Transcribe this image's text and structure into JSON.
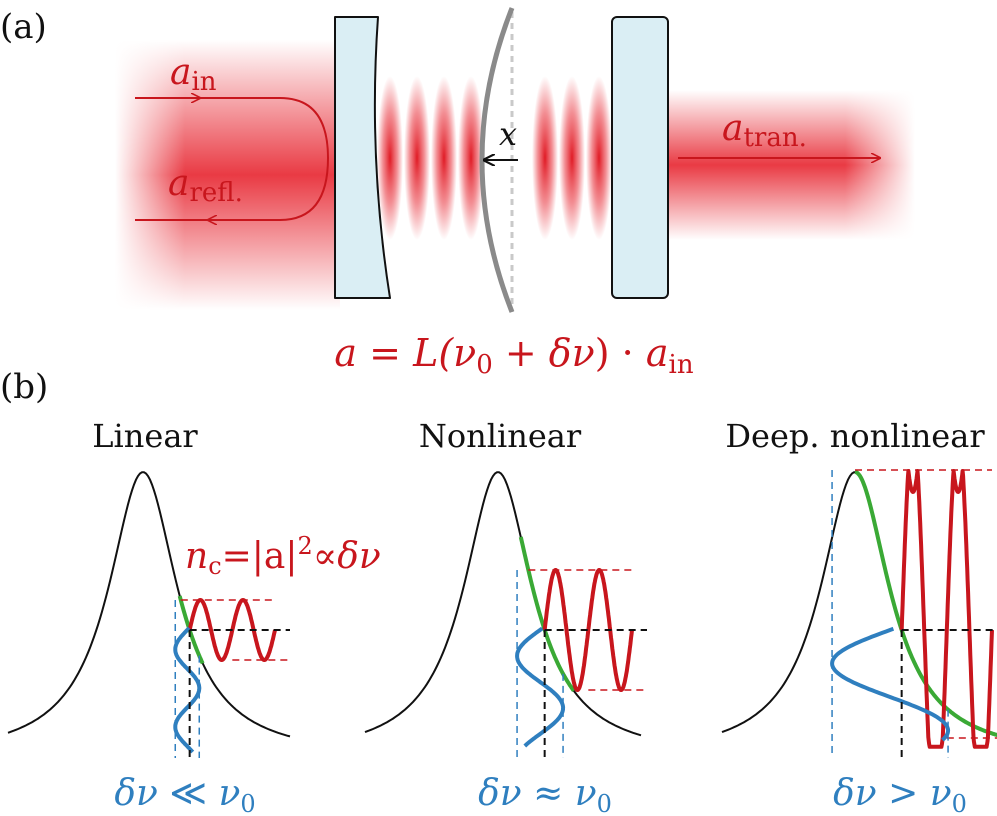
{
  "panel_a": {
    "label": "(a)",
    "a_in": {
      "base": "a",
      "sub": "in"
    },
    "a_refl": {
      "base": "a",
      "sub": "refl."
    },
    "a_tran": {
      "base": "a",
      "sub": "tran."
    },
    "x_label": "x",
    "equation": {
      "lhs": "a",
      "eq": " = ",
      "func": "L(",
      "nu": "ν",
      "nu_sub": "0",
      "plus": " + ",
      "dnu": "δν",
      "close": ") · ",
      "a": "a",
      "a_sub": "in"
    }
  },
  "panel_b": {
    "label": "(b)",
    "titles": [
      "Linear",
      "Nonlinear",
      "Deep. nonlinear"
    ],
    "photon_eq": {
      "n": "n",
      "n_sub": "c",
      "rest": "=|a|",
      "sup": "2",
      "prop": "∝",
      "dnu": "δν"
    },
    "conditions": [
      {
        "dnu": "δν",
        "rel": " ≪ ",
        "nu": "ν",
        "sub": "0"
      },
      {
        "dnu": "δν",
        "rel": " ≈ ",
        "nu": "ν",
        "sub": "0"
      },
      {
        "dnu": "δν",
        "rel": " > ",
        "nu": "ν",
        "sub": "0"
      }
    ]
  },
  "colors": {
    "red": "#c8161d",
    "blue": "#2f7fbf",
    "green": "#3aa935",
    "black": "#111111",
    "mirror_fill": "#daeef4",
    "membrane": "#8a8a8a"
  }
}
